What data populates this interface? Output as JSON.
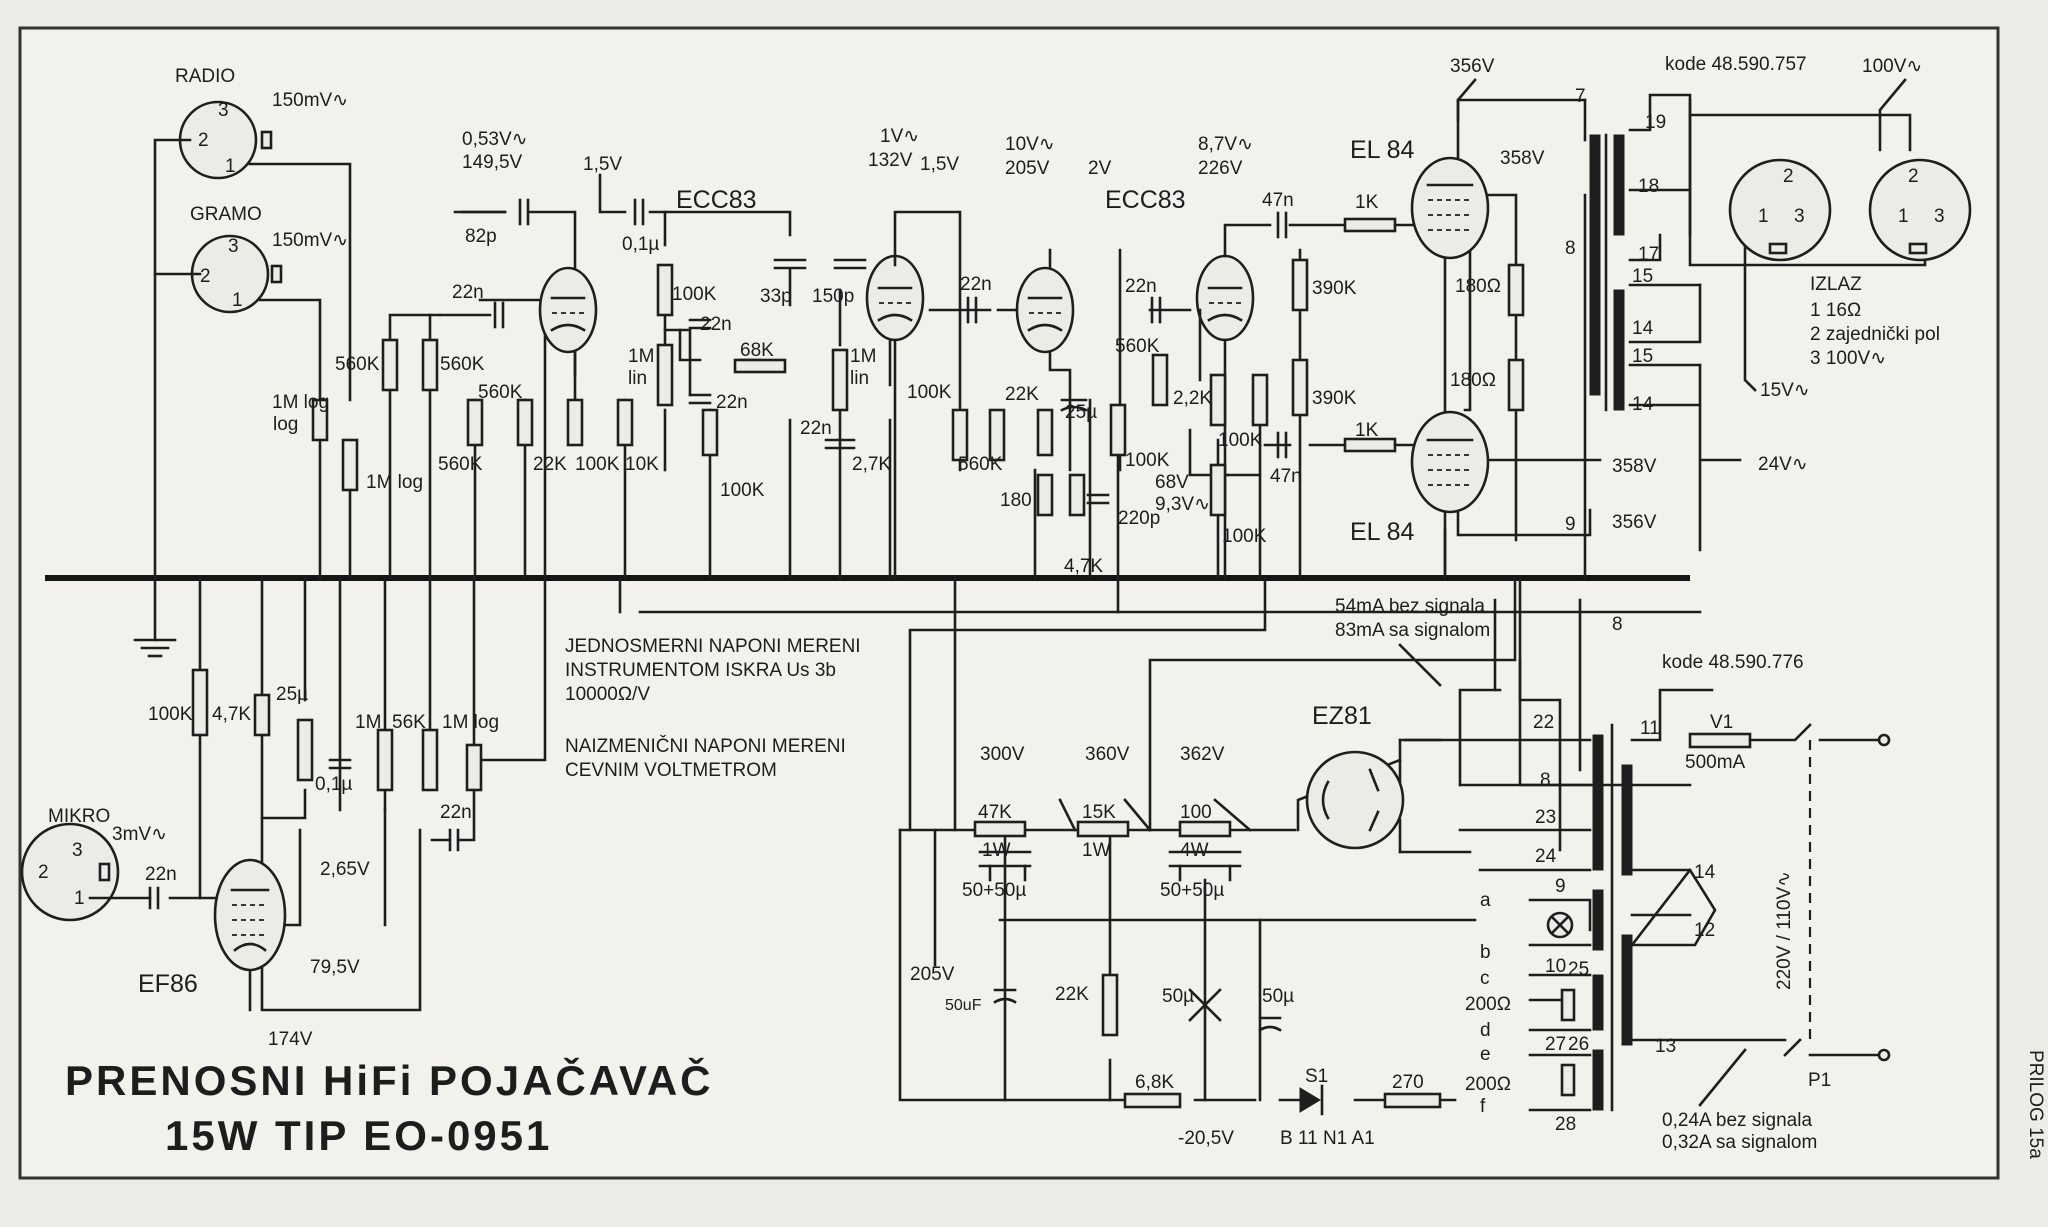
{
  "inputs": {
    "radio": {
      "name": "RADIO",
      "level": "150mV∿",
      "pins": [
        "3",
        "2",
        "1"
      ]
    },
    "gramo": {
      "name": "GRAMO",
      "level": "150mV∿",
      "pins": [
        "3",
        "2",
        "1"
      ]
    },
    "mikro": {
      "name": "MIKRO",
      "level": "3mV∿",
      "pins": [
        "3",
        "2",
        "1"
      ]
    }
  },
  "tubes": {
    "ecc83_a": "ECC83",
    "ecc83_b": "ECC83",
    "el84_top": "EL 84",
    "el84_bottom": "EL 84",
    "ef86": "EF86",
    "ez81": "EZ81"
  },
  "voltages": {
    "v053": "0,53V∿",
    "v1495": "149,5V",
    "v15a": "1,5V",
    "v1": "1V∿",
    "v132": "132V",
    "v15b": "1,5V",
    "v10": "10V∿",
    "v205a": "205V",
    "v2": "2V",
    "v87": "8,7V∿",
    "v226": "226V",
    "v356a": "356V",
    "v358a": "358V",
    "v358b": "358V",
    "v356b": "356V",
    "v24": "24V∿",
    "v15": "15V∿",
    "v68": "68V",
    "v93": "9,3V∿",
    "v265": "2,65V",
    "v795": "79,5V",
    "v174": "174V",
    "v300": "300V",
    "v360": "360V",
    "v362": "362V",
    "v205b": "205V",
    "v205n": "-20,5V"
  },
  "components": {
    "c82p": "82p",
    "c01a": "0,1µ",
    "c22n_1": "22n",
    "r560k_a": "560K",
    "r560k_b": "560K",
    "r560k_c": "560K",
    "r560k_d": "560K",
    "p1mlog": "1M\nlog",
    "p1mlog2": "1M log",
    "r22k_a": "22K",
    "r100k_a": "100K",
    "r10k": "10K",
    "r100k_b": "100K",
    "c22n_2": "22n",
    "p1mlin_a": "1M\nlin",
    "c22n_3": "22n",
    "r68k": "68K",
    "r100k_c": "100K",
    "c33p": "33p",
    "c150p": "150p",
    "p1mlin_b": "1M\nlin",
    "c22n_4": "22n",
    "r27k": "2,7K",
    "r100k_d": "100K",
    "c22n_5": "22n",
    "r560k_e": "560K",
    "r22k_b": "22K",
    "c25u_a": "25µ",
    "r180": "180",
    "c220p": "220p",
    "r47k": "4,7K",
    "c22n_6": "22n",
    "r560k_f": "560K",
    "r22k_c": "2,2K",
    "r100k_e": "100K",
    "r100k_f": "100K",
    "c47n_a": "47n",
    "c47n_b": "47n",
    "r390k_a": "390K",
    "r390k_b": "390K",
    "r1k_a": "1K",
    "r1k_b": "1K",
    "r180r_a": "180Ω",
    "r180r_b": "180Ω",
    "r100k_g": "100K",
    "r47k_b": "4,7K",
    "c25u_b": "25µ",
    "c01b": "0,1µ",
    "r1m": "1M",
    "r56k": "56K",
    "p1mlog3": "1M  log",
    "c22n_7": "22n",
    "c22n_8": "22n",
    "r47k_p": "47K",
    "r15k": "15K",
    "r100_p": "100",
    "w1a": "1W",
    "w1b": "1W",
    "w4": "4W",
    "c50_50a": "50+50µ",
    "c50_50b": "50+50µ",
    "c50uf": "50uF",
    "r22k_d": "22K",
    "c50_a": "50µ",
    "c50_b": "50µ",
    "r68k_b": "6,8K",
    "s1": "S1",
    "diode": "B 11 N1 A1",
    "r270": "270",
    "r200a": "200Ω",
    "r200b": "200Ω",
    "v1": "V1",
    "fuse": "500mA",
    "p1": "P1"
  },
  "transformer_out": {
    "code": "kode 48.590.757",
    "volt": "100V∿",
    "pins": [
      "7",
      "8",
      "9",
      "19",
      "18",
      "17",
      "15",
      "14",
      "15",
      "14"
    ]
  },
  "transformer_pwr": {
    "code": "kode 48.590.776",
    "pins": [
      "22",
      "8",
      "23",
      "24",
      "9",
      "10",
      "25",
      "27",
      "26",
      "28",
      "11",
      "14",
      "12",
      "13",
      "8"
    ],
    "terminals": [
      "a",
      "b",
      "c",
      "d",
      "e",
      "f"
    ]
  },
  "izlaz": {
    "title": "IZLAZ",
    "items": [
      "1     16Ω",
      "2     zajednički pol",
      "3     100V∿"
    ]
  },
  "currents": {
    "tube_a": "54mA bez signala",
    "tube_b": "83mA sa signalom",
    "mains_a": "0,24A bez signala",
    "mains_b": "0,32A sa signalom"
  },
  "mains": "220V / 110V∿",
  "notes": {
    "dc1": "JEDNOSMERNI NAPONI MERENI",
    "dc2": "INSTRUMENTOM ISKRA Us 3b",
    "dc3": "10000Ω/V",
    "ac1": "NAIZMENIČNI NAPONI MERENI",
    "ac2": "CEVNIM VOLTMETROM"
  },
  "title": {
    "line1": "PRENOSNI HiFi POJAČAVAČ",
    "line2": "15W  TIP  EO-0951"
  },
  "margin_label": "PRILOG 15a"
}
